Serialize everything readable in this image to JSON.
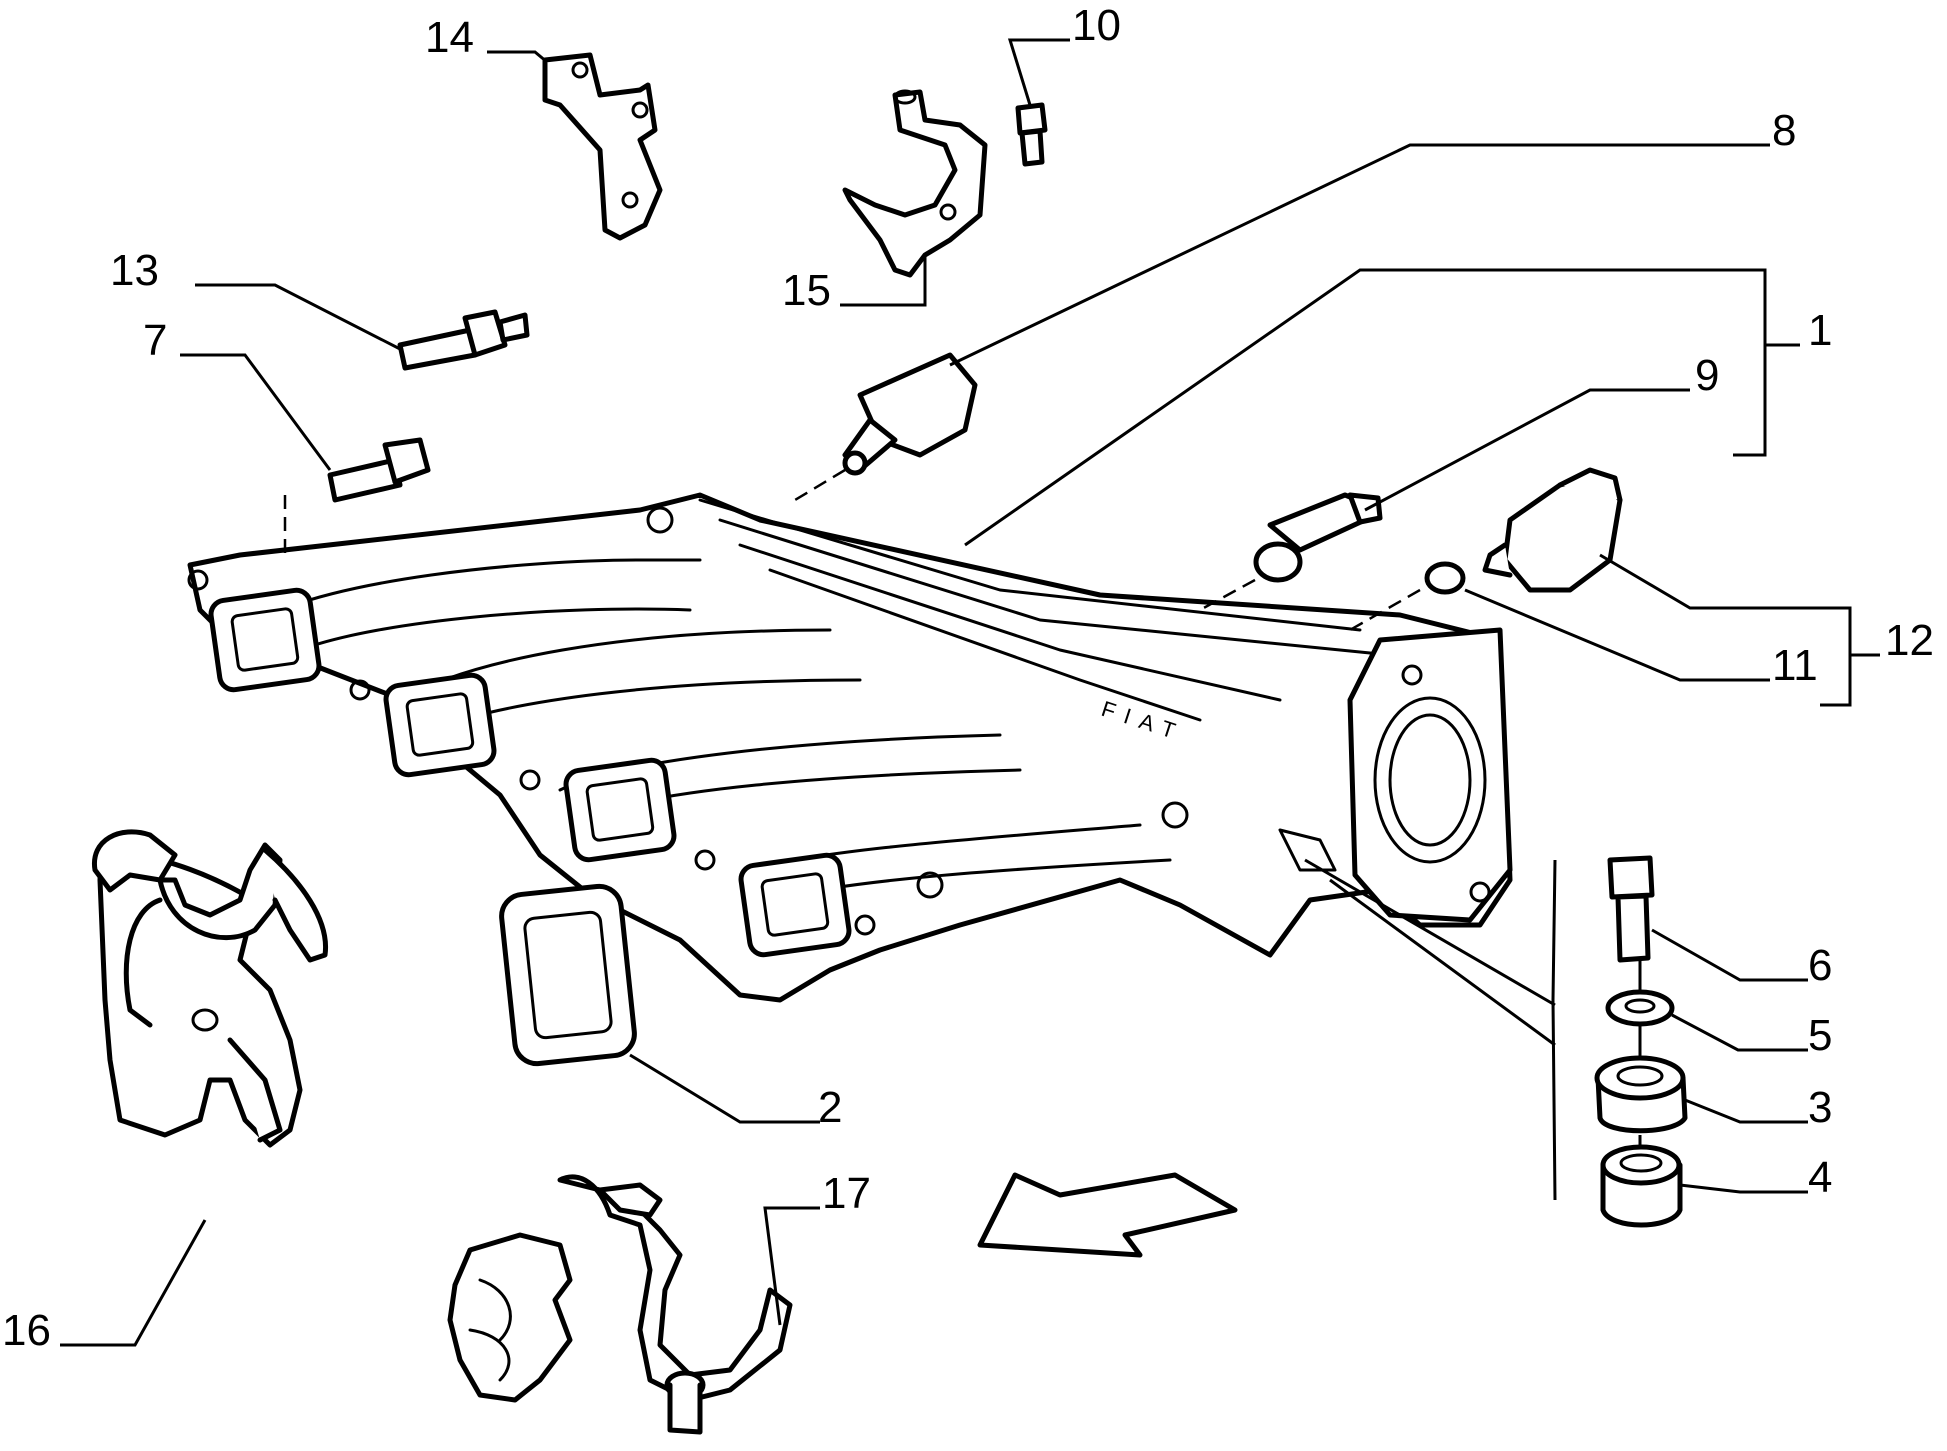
{
  "callouts": {
    "c1": "1",
    "c2": "2",
    "c3": "3",
    "c4": "4",
    "c5": "5",
    "c6": "6",
    "c7": "7",
    "c8": "8",
    "c9": "9",
    "c10": "10",
    "c11": "11",
    "c12": "12",
    "c13": "13",
    "c14": "14",
    "c15": "15",
    "c16": "16",
    "c17": "17"
  },
  "casting_mark": "FIAT",
  "direction_arrow_icon": "front-direction-arrow-icon"
}
